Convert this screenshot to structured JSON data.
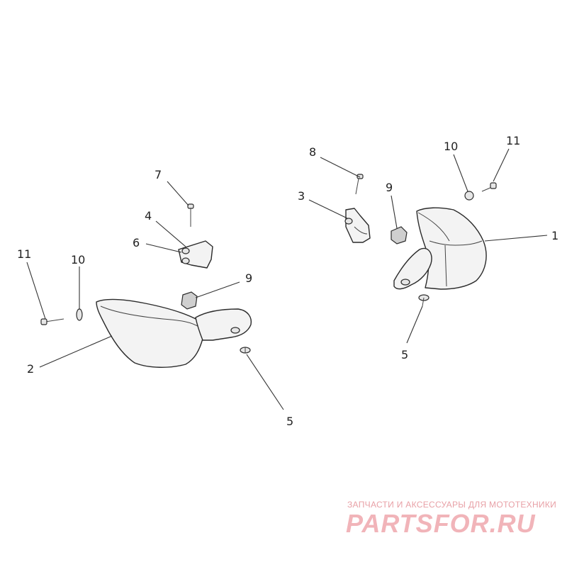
{
  "callouts": {
    "left": {
      "n2": "2",
      "n4": "4",
      "n5": "5",
      "n6": "6",
      "n7": "7",
      "n9": "9",
      "n10": "10",
      "n11": "11"
    },
    "right": {
      "n1": "1",
      "n3": "3",
      "n5": "5",
      "n8": "8",
      "n9": "9",
      "n10": "10",
      "n11": "11"
    }
  },
  "watermark": {
    "subtitle": "ЗАПЧАСТИ И АКСЕССУАРЫ ДЛЯ МОТОТЕХНИКИ",
    "logo": "PARTSFOR.RU"
  }
}
